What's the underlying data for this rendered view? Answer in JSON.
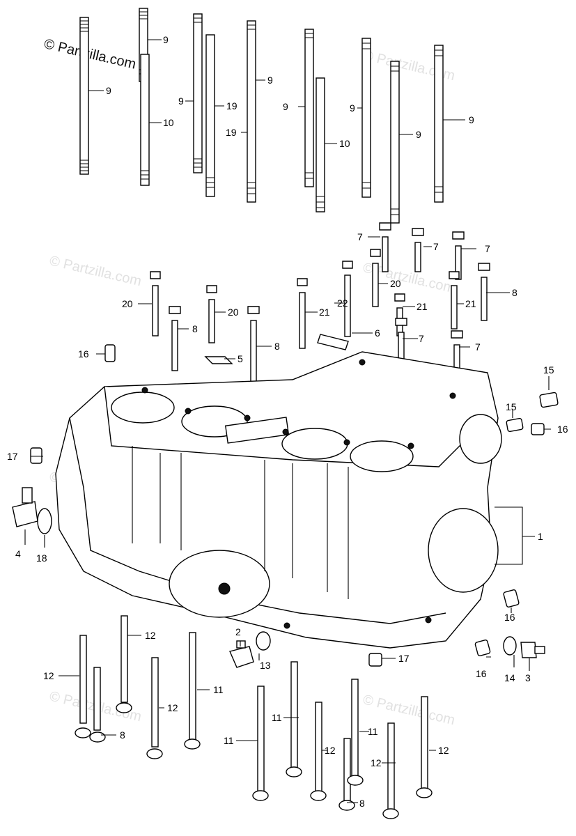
{
  "watermark": {
    "copyright": "© Partzilla.com",
    "faint": "© Partzilla.com"
  },
  "callouts": [
    {
      "id": "c1",
      "text": "9"
    },
    {
      "id": "c2",
      "text": "9"
    },
    {
      "id": "c3",
      "text": "10"
    },
    {
      "id": "c4",
      "text": "9"
    },
    {
      "id": "c5",
      "text": "19"
    },
    {
      "id": "c6",
      "text": "9"
    },
    {
      "id": "c7",
      "text": "19"
    },
    {
      "id": "c8",
      "text": "9"
    },
    {
      "id": "c9",
      "text": "10"
    },
    {
      "id": "c10",
      "text": "9"
    },
    {
      "id": "c11",
      "text": "9"
    },
    {
      "id": "c12",
      "text": "9"
    },
    {
      "id": "c13",
      "text": "7"
    },
    {
      "id": "c14",
      "text": "7"
    },
    {
      "id": "c15",
      "text": "7"
    },
    {
      "id": "c16",
      "text": "20"
    },
    {
      "id": "c17",
      "text": "8"
    },
    {
      "id": "c18",
      "text": "20"
    },
    {
      "id": "c19",
      "text": "22"
    },
    {
      "id": "c20",
      "text": "21"
    },
    {
      "id": "c21",
      "text": "21"
    },
    {
      "id": "c22",
      "text": "21"
    },
    {
      "id": "c23",
      "text": "8"
    },
    {
      "id": "c24",
      "text": "20"
    },
    {
      "id": "c25",
      "text": "8"
    },
    {
      "id": "c26",
      "text": "6"
    },
    {
      "id": "c27",
      "text": "7"
    },
    {
      "id": "c28",
      "text": "7"
    },
    {
      "id": "c29",
      "text": "16"
    },
    {
      "id": "c30",
      "text": "5"
    },
    {
      "id": "c31",
      "text": "15"
    },
    {
      "id": "c32",
      "text": "15"
    },
    {
      "id": "c33",
      "text": "16"
    },
    {
      "id": "c34",
      "text": "17"
    },
    {
      "id": "c35",
      "text": "4"
    },
    {
      "id": "c36",
      "text": "18"
    },
    {
      "id": "c37",
      "text": "1"
    },
    {
      "id": "c38",
      "text": "16"
    },
    {
      "id": "c39",
      "text": "12"
    },
    {
      "id": "c40",
      "text": "2"
    },
    {
      "id": "c41",
      "text": "13"
    },
    {
      "id": "c42",
      "text": "17"
    },
    {
      "id": "c43",
      "text": "16"
    },
    {
      "id": "c44",
      "text": "14"
    },
    {
      "id": "c45",
      "text": "3"
    },
    {
      "id": "c46",
      "text": "12"
    },
    {
      "id": "c47",
      "text": "12"
    },
    {
      "id": "c48",
      "text": "11"
    },
    {
      "id": "c49",
      "text": "8"
    },
    {
      "id": "c50",
      "text": "11"
    },
    {
      "id": "c51",
      "text": "11"
    },
    {
      "id": "c52",
      "text": "11"
    },
    {
      "id": "c53",
      "text": "12"
    },
    {
      "id": "c54",
      "text": "12"
    },
    {
      "id": "c55",
      "text": "12"
    },
    {
      "id": "c56",
      "text": "8"
    }
  ]
}
